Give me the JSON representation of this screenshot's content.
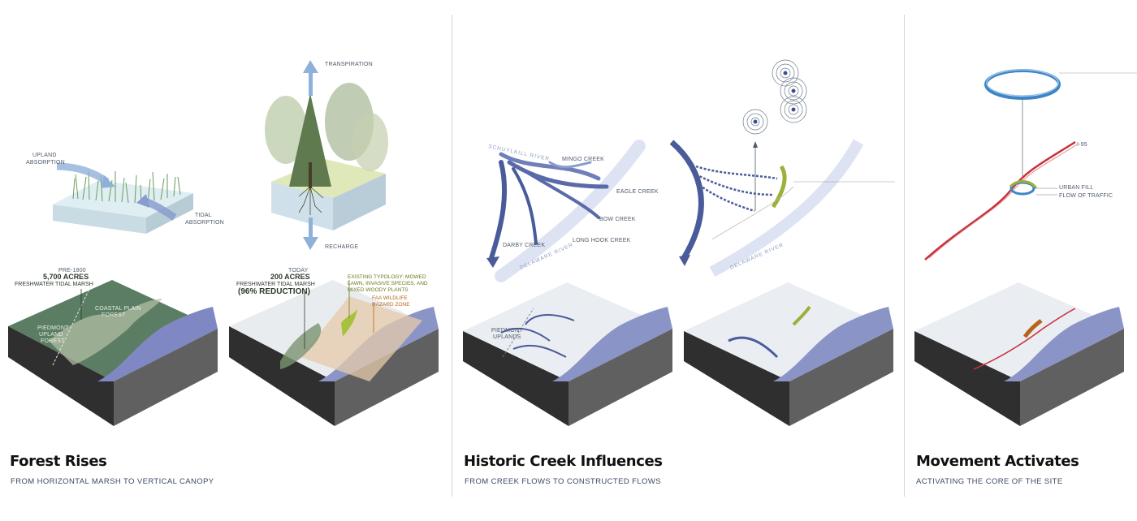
{
  "panels": [
    {
      "title": "Forest Rises",
      "subtitle": "FROM HORIZONTAL MARSH TO VERTICAL CANOPY",
      "labels": {
        "upland_absorption": [
          "UPLAND",
          "ABSORPTION"
        ],
        "tidal_absorption": [
          "TIDAL",
          "ABSORPTION"
        ],
        "transpiration": "TRANSPIRATION",
        "recharge": "RECHARGE",
        "pre1800_period": "PRE-1800",
        "pre1800_acres": "5,700 ACRES",
        "pre1800_desc": "FRESHWATER TIDAL MARSH",
        "coastal_plain_forest": [
          "COASTAL PLAIN",
          "FOREST"
        ],
        "piedmont_upland_forest": [
          "PIEDMONT",
          "UPLAND",
          "FOREST"
        ],
        "today_period": "TODAY",
        "today_acres": "200 ACRES",
        "today_desc": "FRESHWATER TIDAL MARSH",
        "today_reduction": "(96% REDUCTION)",
        "existing_typology": [
          "EXISTING TYPOLOGY: MOWED",
          "LAWN, INVASIVE SPECIES, AND",
          "MIXED WOODY PLANTS"
        ],
        "faa_zone": [
          "FAA WILDLIFE",
          "HAZARD ZONE"
        ]
      }
    },
    {
      "title": "Historic Creek Influences",
      "subtitle": "FROM CREEK FLOWS TO CONSTRUCTED FLOWS",
      "labels": {
        "schuylkill_river": "SCHUYLKILL RIVER",
        "mingo_creek": "MINGO CREEK",
        "eagle_creek": "EAGLE CREEK",
        "bow_creek": "BOW CREEK",
        "darby_creek": "DARBY CREEK",
        "long_hook_creek": "LONG HOOK CREEK",
        "delaware_river": "DELAWARE RIVER",
        "delaware_river_2": "DELAWARE RIVER",
        "piedmont_uplands": [
          "PIEDMONT",
          "UPLANDS"
        ]
      }
    },
    {
      "title": "Movement Activates",
      "subtitle": "ACTIVATING THE CORE OF THE SITE",
      "labels": {
        "i95": "I-95",
        "urban_fill": "URBAN FILL",
        "flow_of_traffic": "FLOW OF TRAFFIC"
      }
    }
  ],
  "colors": {
    "forest_green": "#55785e",
    "river_blue": "#7d87c0",
    "creek_blue": "#4a5b9a",
    "marsh_olive": "#9cb03a",
    "traffic_red": "#c8303a",
    "land_gray": "#d9dde3",
    "block_side": "#3a3a3a"
  },
  "icons": [
    "arrow-up-icon",
    "arrow-down-icon",
    "ripple-target-icon",
    "traffic-loop-icon"
  ]
}
